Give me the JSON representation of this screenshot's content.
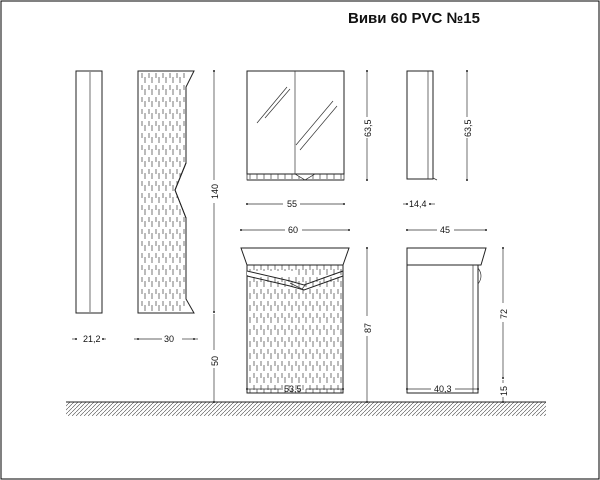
{
  "title": "Виви 60 PVC №15",
  "dimensions": {
    "pencil_width": "21,2",
    "pencil_depth": "30",
    "pencil_height": "140",
    "pencil_floor_gap": "50",
    "mirror_width": "55",
    "mirror_height": "63,5",
    "mirror_side_depth": "14,4",
    "mirror_side_height": "63,5",
    "vanity_top_width": "60",
    "vanity_body_width": "53,5",
    "vanity_height": "87",
    "vanity_side_top_depth": "45",
    "vanity_side_body_depth": "40,3",
    "vanity_side_height": "72",
    "vanity_leg_height": "15"
  }
}
